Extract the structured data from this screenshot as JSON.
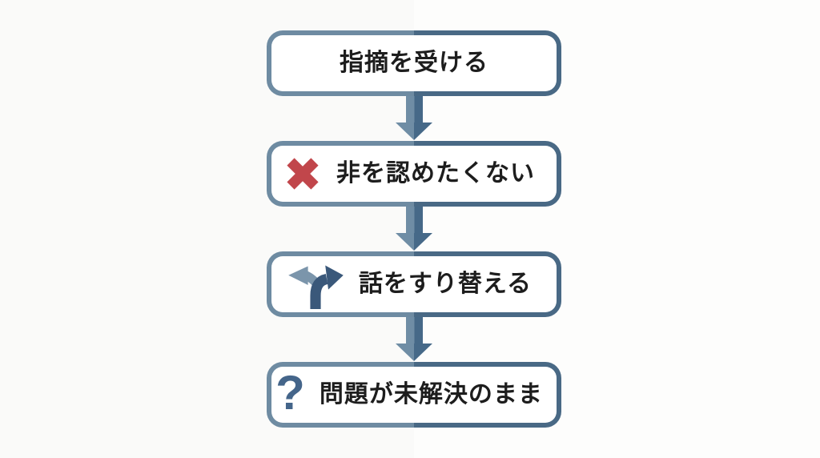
{
  "theme": {
    "page_bg": "#fcfcfb",
    "border_light": "#6e8ba2",
    "border_dark": "#496985",
    "arrow_light": "#6f8da5",
    "arrow_dark": "#466988",
    "x_red": "#c1464b",
    "fork_light": "#7b95ab",
    "fork_dark": "#3a587a",
    "question_blue": "#44658a",
    "text": "#1d1d1d"
  },
  "flowchart": {
    "type": "vertical-flow",
    "steps": [
      {
        "label": "指摘を受ける",
        "icon": null
      },
      {
        "label": "非を認めたくない",
        "icon": "x-mark"
      },
      {
        "label": "話をすり替える",
        "icon": "fork-arrows"
      },
      {
        "label": "問題が未解決のまま",
        "icon": "question-mark",
        "icon_glyph": "?"
      }
    ],
    "connector": "down-arrow"
  }
}
